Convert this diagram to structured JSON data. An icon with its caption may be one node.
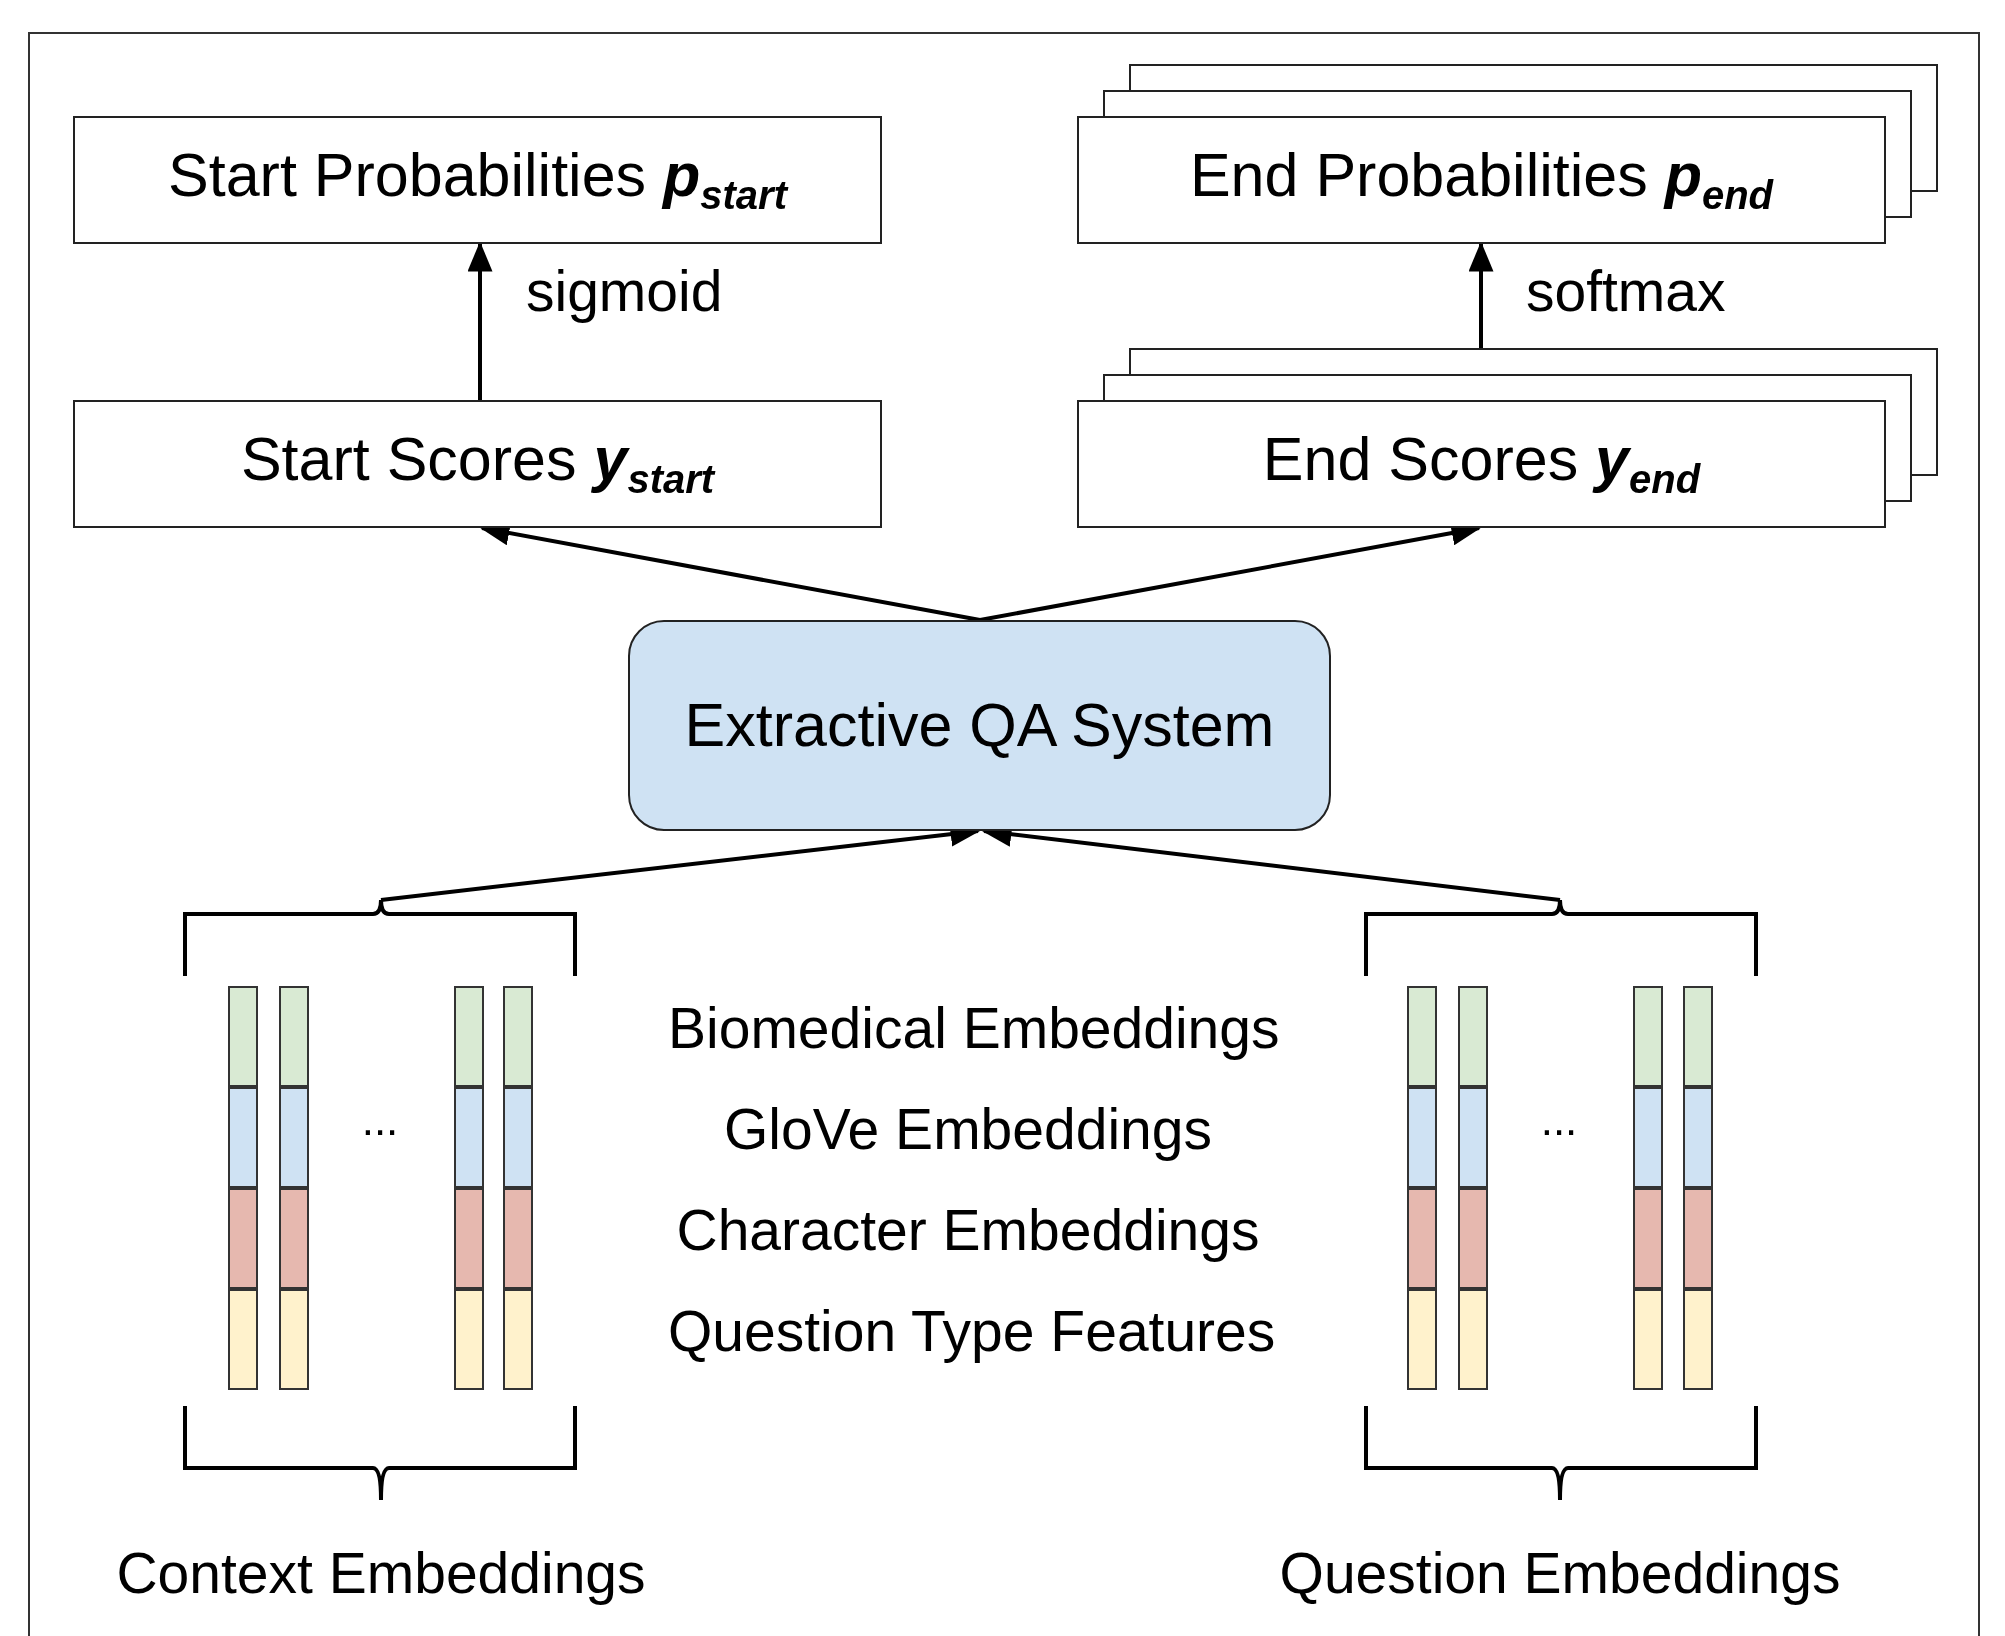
{
  "diagram": {
    "nodes": [
      {
        "text": [
          "Start Probabilities **p**$_{start}$"
        ]
      },
      {
        "text": [
          "End Probabilities **p**$_{end}$"
        ]
      },
      {
        "text": [
          "Start Scores **y**$_{start}$"
        ]
      },
      {
        "text": [
          "End Scores **y**$_{end}$"
        ]
      },
      {
        "text": [
          "Extractive QA System"
        ]
      },
      {
        "text": [
          "Context Embeddings"
        ]
      },
      {
        "text": [
          "Question Embeddings"
        ]
      }
    ],
    "edges": [
      {
        "from": 2,
        "to": 0,
        "arrow": "to",
        "label": "sigmoid"
      },
      {
        "from": 3,
        "to": 1,
        "arrow": "to",
        "label": "softmax"
      },
      {
        "from": 4,
        "to": 2,
        "arrow": "to"
      },
      {
        "from": 4,
        "to": 3,
        "arrow": "to"
      },
      {
        "from": 5,
        "to": 4,
        "arrow": "to"
      },
      {
        "from": 6,
        "to": 4,
        "arrow": "to"
      }
    ],
    "labels": [
      "...",
      "..."
    ],
    "legend": [
      {
        "text": "Biomedical Embeddings",
        "color": "#d9ead3"
      },
      {
        "text": "GloVe Embeddings",
        "color": "#cfe2f3"
      },
      {
        "text": "Character Embeddings",
        "color": "#e6b8af"
      },
      {
        "text": "Question Type Features",
        "color": "#fff2cc"
      }
    ]
  }
}
